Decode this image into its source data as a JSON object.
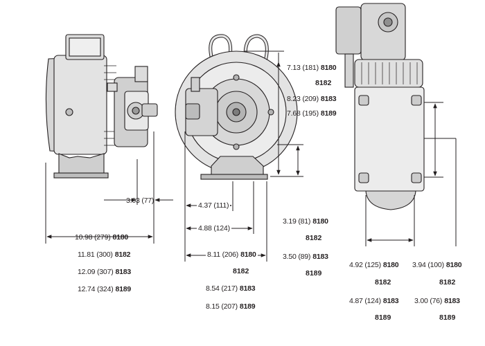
{
  "views": {
    "side": {
      "overall": [
        {
          "value": "10.98 (279)",
          "model": "8180"
        },
        {
          "value": "11.81 (300)",
          "model": "8182"
        },
        {
          "value": "12.09 (307)",
          "model": "8183"
        },
        {
          "value": "12.74 (324)",
          "model": "8189"
        }
      ],
      "port_offset": {
        "value": "3.03 (77)",
        "model": ""
      }
    },
    "front": {
      "base_a": {
        "value": "4.37 (111)",
        "model": ""
      },
      "base_b": {
        "value": "4.88 (124)",
        "model": ""
      },
      "width": [
        {
          "value": "8.11 (206)",
          "model": "8180"
        },
        {
          "value": "",
          "model": "8182"
        },
        {
          "value": "8.54 (217)",
          "model": "8183"
        },
        {
          "value": "8.15 (207)",
          "model": "8189"
        }
      ],
      "height_top": [
        {
          "value": "7.13 (181)",
          "model": "8180"
        },
        {
          "value": "",
          "model": "8182"
        },
        {
          "value": "8.23 (209)",
          "model": "8183"
        },
        {
          "value": "7.68 (195)",
          "model": "8189"
        }
      ],
      "shaft_height": [
        {
          "value": "3.19 (81)",
          "model": "8180"
        },
        {
          "value": "",
          "model": "8182"
        },
        {
          "value": "3.50 (89)",
          "model": "8183"
        },
        {
          "value": "",
          "model": "8189"
        }
      ]
    },
    "bottom": {
      "width": [
        {
          "value": "4.92 (125)",
          "model": "8180"
        },
        {
          "value": "",
          "model": "8182"
        },
        {
          "value": "4.87 (124)",
          "model": "8183"
        },
        {
          "value": "",
          "model": "8189"
        }
      ],
      "height": [
        {
          "value": "3.94 (100)",
          "model": "8180"
        },
        {
          "value": "",
          "model": "8182"
        },
        {
          "value": "3.00 (76)",
          "model": "8183"
        },
        {
          "value": "",
          "model": "8189"
        }
      ]
    }
  },
  "colors": {
    "line": "#231f20",
    "fill": "#d9d9d9",
    "dark": "#8c8c8c",
    "light": "#efefef"
  }
}
